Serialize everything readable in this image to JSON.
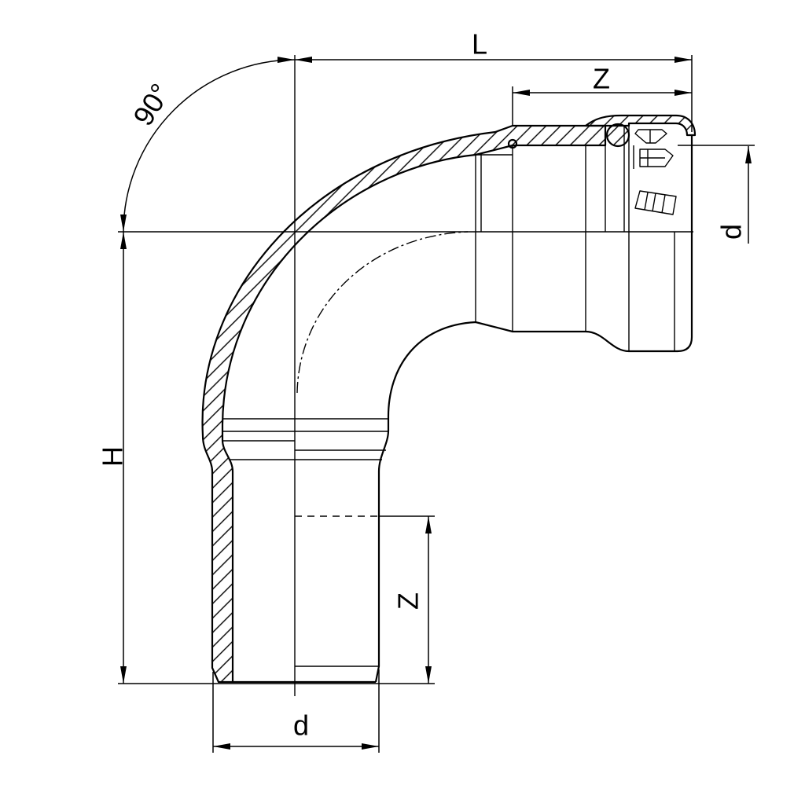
{
  "drawing": {
    "labels": {
      "overall_length": "L",
      "insertion_depth_horizontal": "Z",
      "bend_angle": "90°",
      "diameter_horizontal": "d",
      "overall_height": "H",
      "insertion_depth_vertical": "Z",
      "diameter_vertical": "d"
    }
  },
  "colors": {
    "line": "#000000",
    "background": "#ffffff"
  }
}
